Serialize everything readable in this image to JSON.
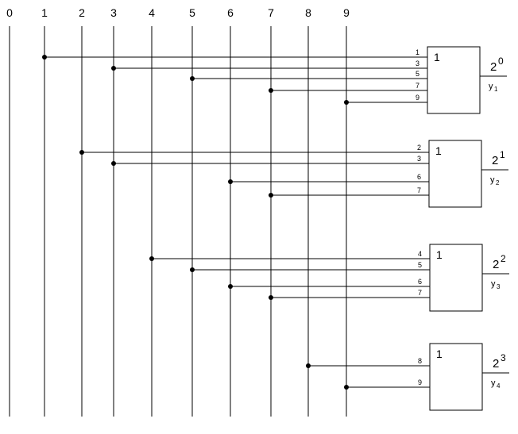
{
  "bus_labels": [
    "0",
    "1",
    "2",
    "3",
    "4",
    "5",
    "6",
    "7",
    "8",
    "9"
  ],
  "gates": [
    {
      "symbol": "1",
      "inputs": [
        "1",
        "3",
        "5",
        "7",
        "9"
      ],
      "weight_base": "2",
      "weight_exp": "0",
      "output_base": "y",
      "output_sub": "1"
    },
    {
      "symbol": "1",
      "inputs": [
        "2",
        "3",
        "6",
        "7"
      ],
      "weight_base": "2",
      "weight_exp": "1",
      "output_base": "y",
      "output_sub": "2"
    },
    {
      "symbol": "1",
      "inputs": [
        "4",
        "5",
        "6",
        "7"
      ],
      "weight_base": "2",
      "weight_exp": "2",
      "output_base": "y",
      "output_sub": "3"
    },
    {
      "symbol": "1",
      "inputs": [
        "8",
        "9"
      ],
      "weight_base": "2",
      "weight_exp": "3",
      "output_base": "y",
      "output_sub": "4"
    }
  ]
}
